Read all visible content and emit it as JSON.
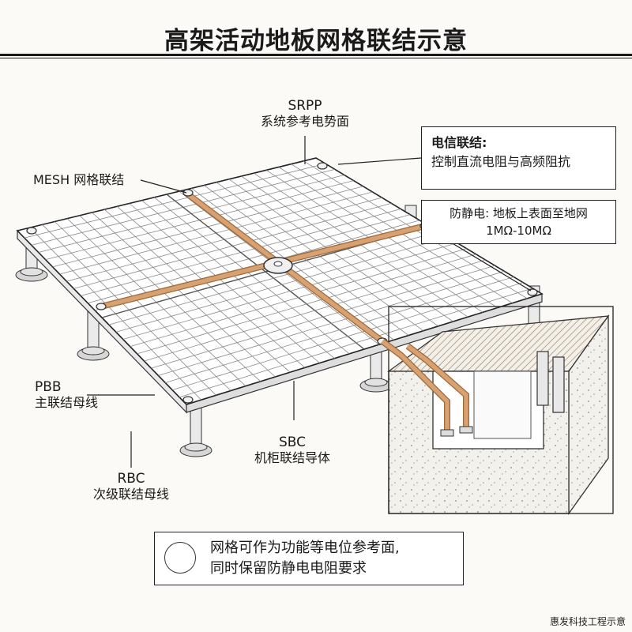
{
  "title": "高架活动地板网格联结示意",
  "labels": {
    "srpp_code": "SRPP",
    "srpp_desc": "系统参考电势面",
    "mesh": "MESH 网格联结",
    "pbb_code": "PBB",
    "pbb_desc": "主联结母线",
    "sbc_code": "SBC",
    "sbc_desc": "机柜联结导体",
    "rbc_code": "RBC",
    "rbc_desc": "次级联结母线"
  },
  "telecom_box": {
    "heading": "电信联结:",
    "text": "控制直流电阻与高频阻抗"
  },
  "esd_box": {
    "line1": "防静电: 地板上表面至地网",
    "line2": "1MΩ-10MΩ"
  },
  "note": {
    "line1": "网格可作为功能等电位参考面,",
    "line2": "同时保留防静电电阻要求"
  },
  "footer": "惠发科技工程示意",
  "colors": {
    "copper": "#d9a070",
    "copper_edge": "#9a6a3e",
    "line": "#333333"
  }
}
